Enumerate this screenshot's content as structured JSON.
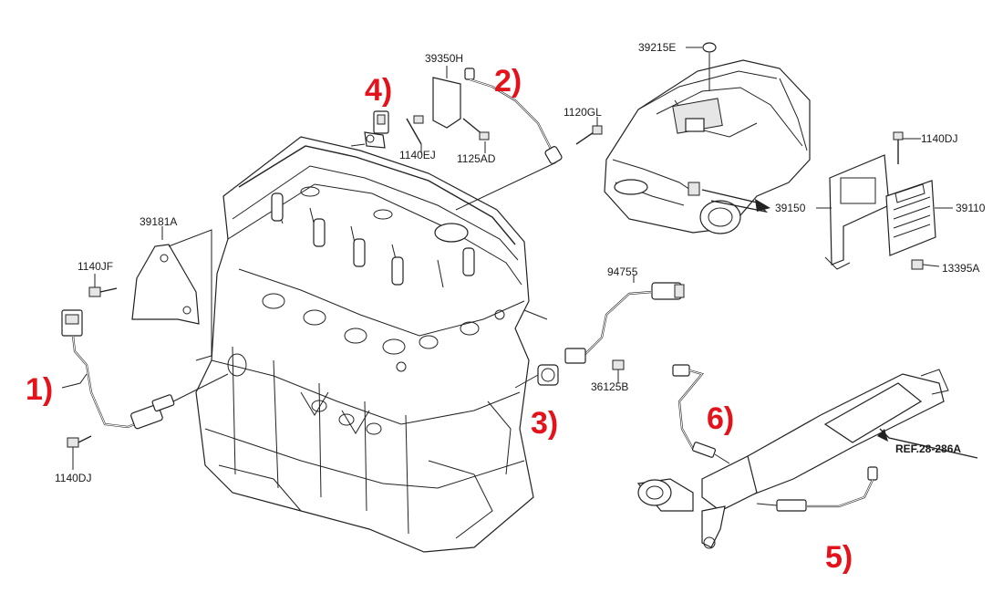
{
  "diagram": {
    "part_labels": {
      "p39215E": "39215E",
      "p39350H": "39350H",
      "p1120GL": "1120GL",
      "p1140EJ": "1140EJ",
      "p1125AD": "1125AD",
      "p1140DJ_top": "1140DJ",
      "p39150": "39150",
      "p39110": "39110",
      "p13395A": "13395A",
      "p39181A": "39181A",
      "p1140JF": "1140JF",
      "p1140DJ_bottom": "1140DJ",
      "p94755": "94755",
      "p36125B": "36125B"
    },
    "reference": "REF.28-286A",
    "callouts": [
      "1)",
      "2)",
      "3)",
      "4)",
      "5)",
      "6)"
    ],
    "colors": {
      "callout": "#e3121b",
      "line": "#222222",
      "background": "#ffffff"
    }
  }
}
